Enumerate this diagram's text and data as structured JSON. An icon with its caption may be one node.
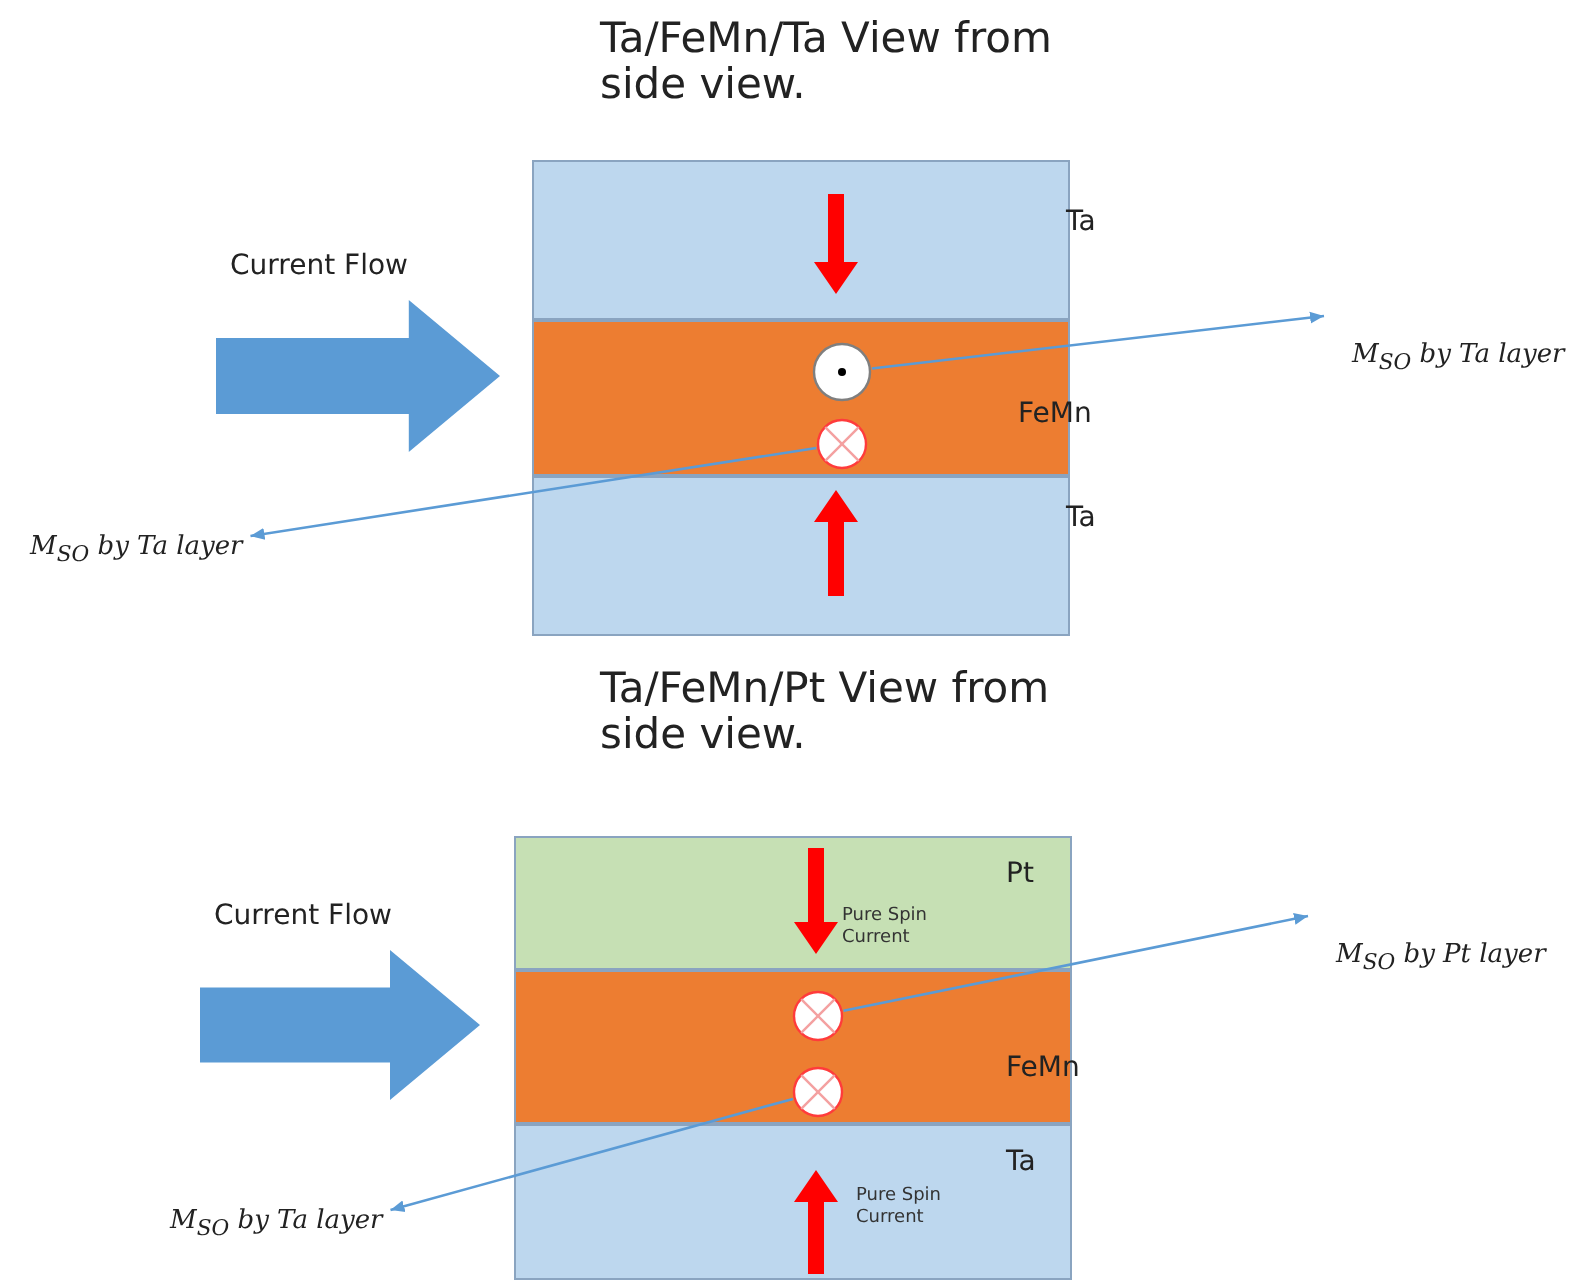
{
  "diagram": {
    "nodes": [
      {
        "text": [
          "Ta"
        ]
      },
      {
        "text": [
          "FeMn"
        ]
      },
      {
        "text": [
          "Ta"
        ]
      },
      {
        "text": [],
        "shape": "circle",
        "in": 1
      },
      {
        "text": [],
        "shape": "circle",
        "in": 1
      },
      {
        "text": [
          "M$_{SO}$ by Ta layer"
        ]
      },
      {
        "text": [
          "M$_{SO}$ by Ta layer"
        ]
      },
      {
        "text": [
          "Pt",
          "Pure Spin Current"
        ]
      },
      {
        "text": [
          "FeMn"
        ]
      },
      {
        "text": [
          "Ta",
          "Pure Spin Current"
        ]
      },
      {
        "text": [],
        "shape": "circle",
        "in": 8
      },
      {
        "text": [],
        "shape": "circle",
        "in": 8
      },
      {
        "text": [
          "M$_{SO}$ by Pt layer"
        ]
      },
      {
        "text": [
          "M$_{SO}$ by Ta layer"
        ]
      }
    ],
    "edges": [
      {
        "from": 3,
        "to": 5,
        "arrow": "to"
      },
      {
        "from": 4,
        "to": 6,
        "arrow": "to"
      },
      {
        "from": 10,
        "to": 12,
        "arrow": "to"
      },
      {
        "from": 11,
        "to": 13,
        "arrow": "to"
      }
    ],
    "labels": [
      "Ta/FeMn/Ta View from side view.",
      "Current Flow",
      "Ta/FeMn/Pt View from side view.",
      "Current Flow"
    ]
  }
}
